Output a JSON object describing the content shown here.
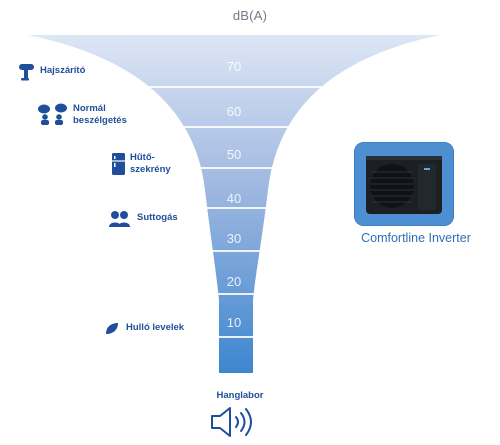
{
  "unit": "dB(A)",
  "scale": [
    "70",
    "60",
    "50",
    "40",
    "30",
    "20",
    "10"
  ],
  "sources": [
    {
      "icon": "hair-dryer-icon",
      "label": "Hajszárító",
      "level_db": 70
    },
    {
      "icon": "people-talking-icon",
      "label_line1": "Normál",
      "label_line2": "beszélgetés",
      "level_db": 60
    },
    {
      "icon": "fridge-icon",
      "label_line1": "Hűtő-",
      "label_line2": "szekrény",
      "level_db": 50
    },
    {
      "icon": "whispering-icon",
      "label": "Suttogás",
      "level_db": 35
    },
    {
      "icon": "leaf-icon",
      "label": "Hulló levelek",
      "level_db": 10
    }
  ],
  "product": {
    "name": "Comfortline Inverter",
    "icon": "heat-pump-icon",
    "level_db": 40
  },
  "bottom": {
    "label": "Hanglabor",
    "icon": "speaker-icon"
  },
  "colors": {
    "funnel_top": "#dde6f5",
    "funnel_bottom": "#3d86d0",
    "text_blue": "#1f4f9a",
    "product_bg": "#4d8fd0",
    "product_label": "#2f6fb7"
  }
}
